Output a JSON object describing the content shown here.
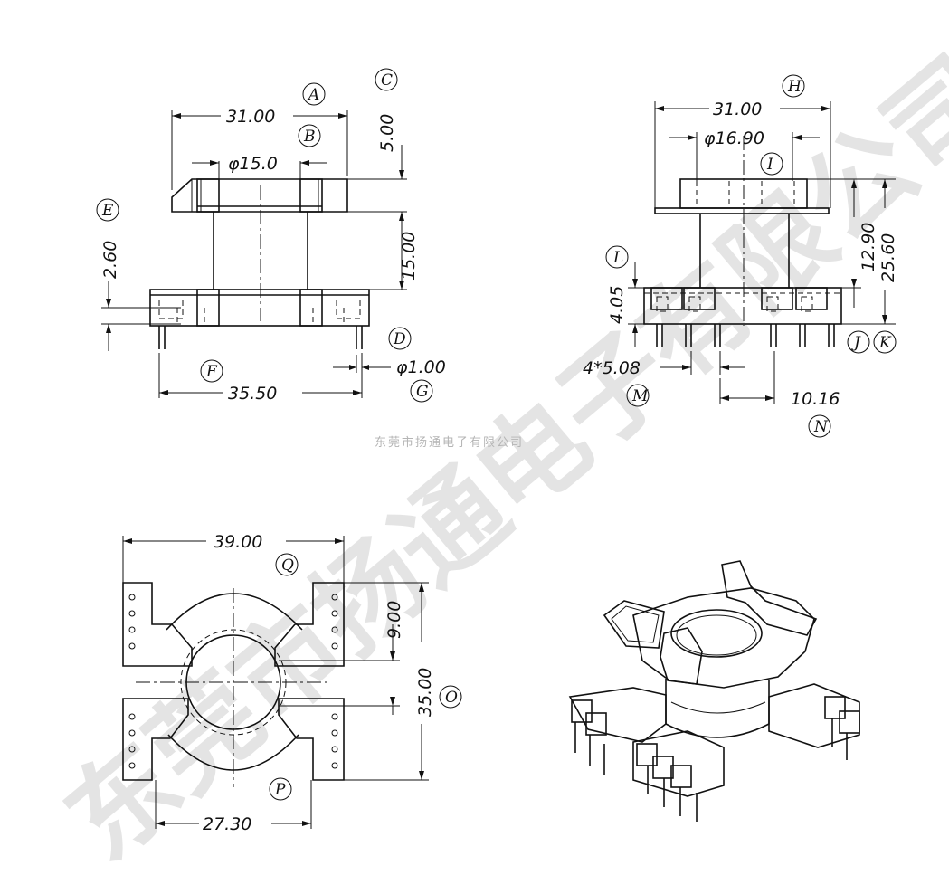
{
  "watermark": {
    "diagonal": "东莞市扬通电子有限公司",
    "center": "东莞市扬通电子有限公司"
  },
  "front_view": {
    "dim_A": "31.00",
    "dim_B": "φ15.0",
    "dim_C": "5.00",
    "dim_D": "15.00",
    "dim_E": "2.60",
    "dim_F": "35.50",
    "dim_G": "φ1.00",
    "labels": [
      "A",
      "B",
      "C",
      "D",
      "E",
      "F",
      "G"
    ]
  },
  "side_view": {
    "dim_H": "31.00",
    "dim_I": "φ16.90",
    "dim_J": "12.90",
    "dim_K": "25.60",
    "dim_L": "4.05",
    "dim_M": "4*5.08",
    "dim_N": "10.16",
    "labels": [
      "H",
      "I",
      "J",
      "K",
      "L",
      "M",
      "N"
    ]
  },
  "top_view": {
    "dim_width": "39.00",
    "dim_height": "35.00",
    "dim_inner": "9.00",
    "dim_bottom": "27.30",
    "labels": [
      "O",
      "P",
      "Q"
    ]
  }
}
